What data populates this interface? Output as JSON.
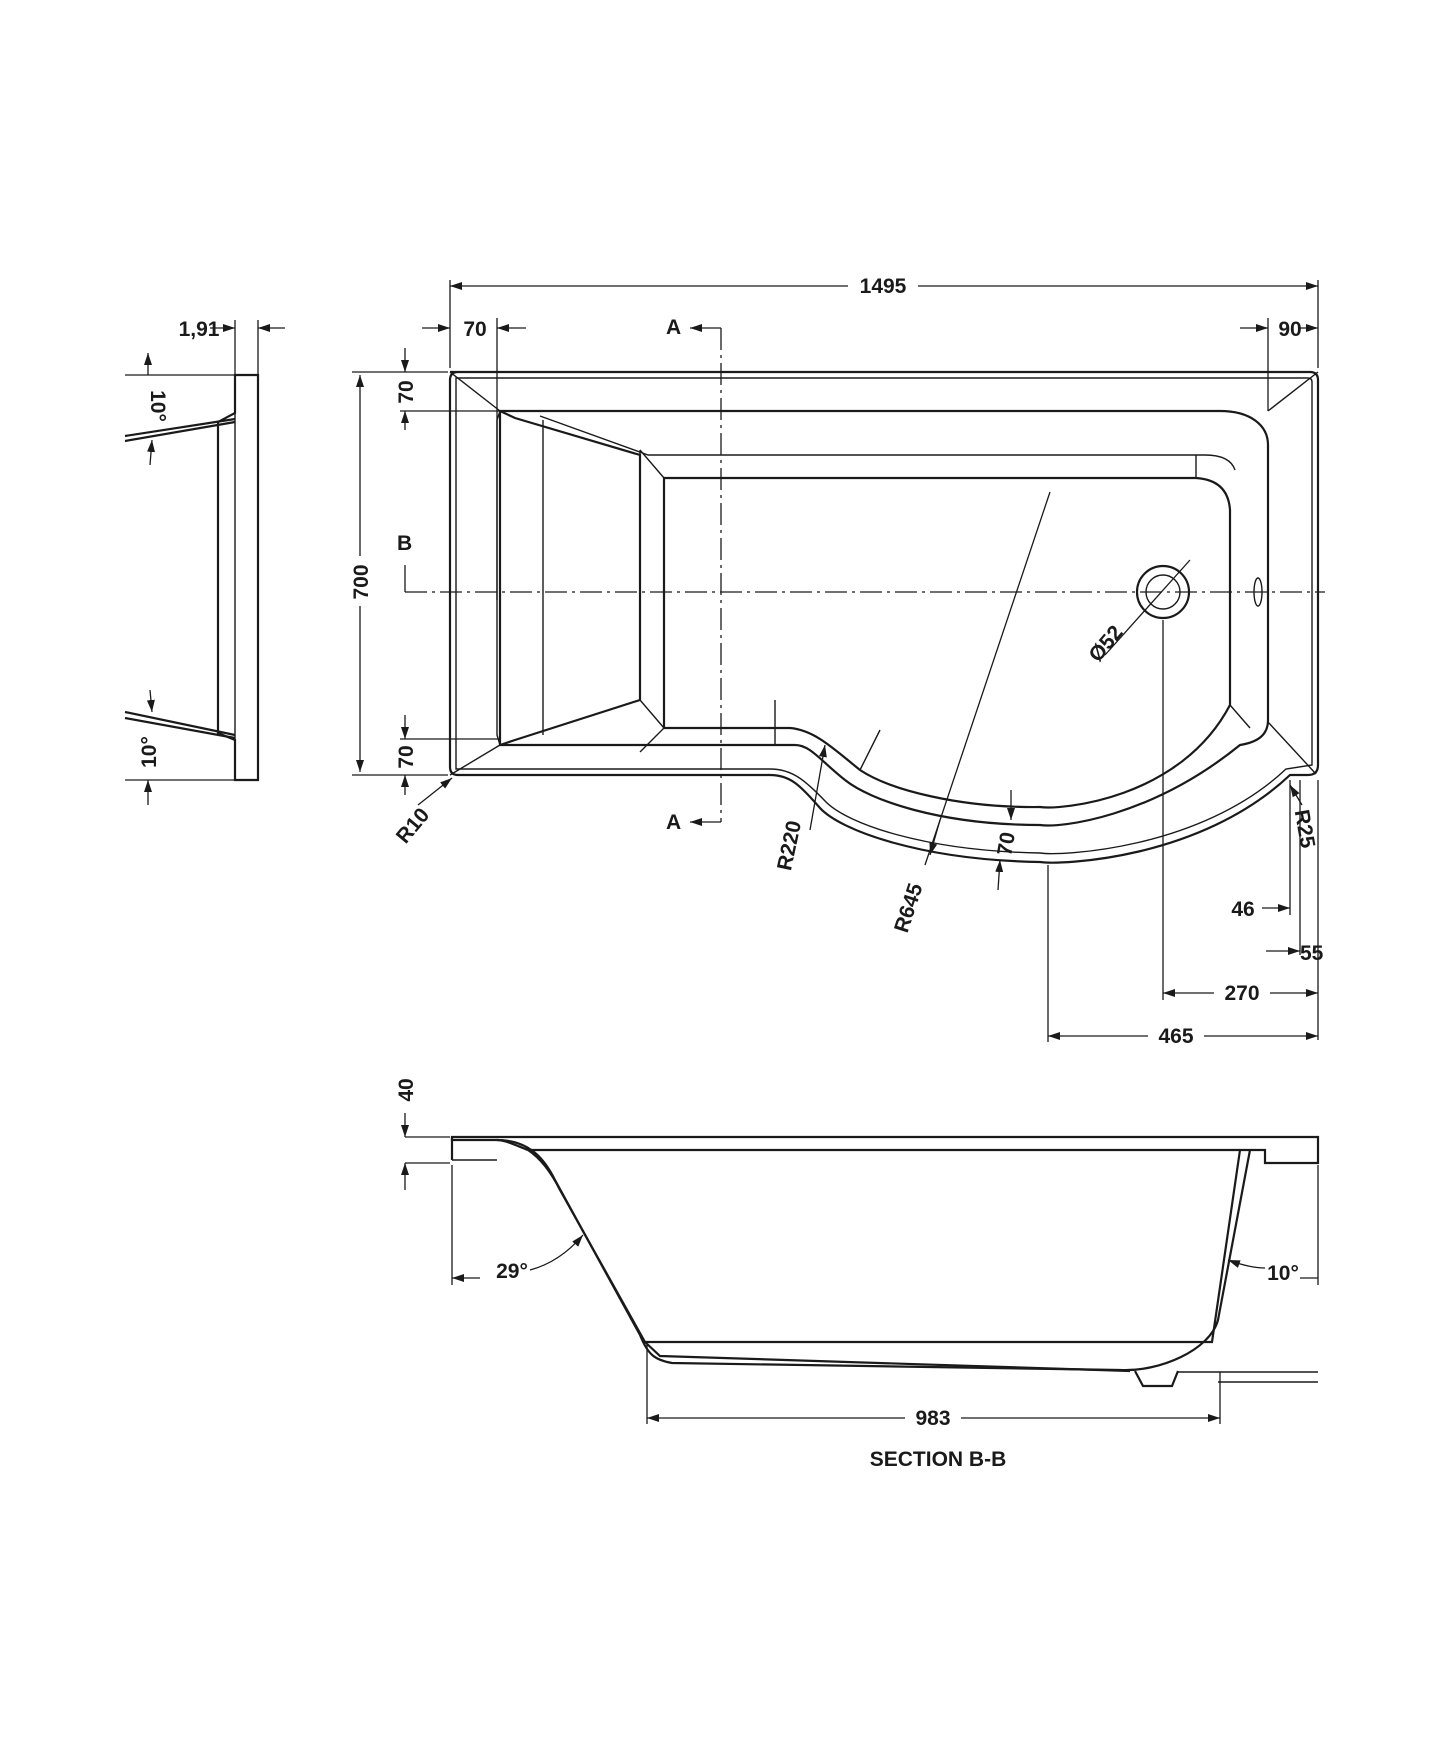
{
  "colors": {
    "line": "#1a1a1a",
    "background": "#ffffff"
  },
  "dims": {
    "overall_length": "1495",
    "rim_left": "70",
    "rim_right": "90",
    "side_thickness": "1,91",
    "side_angle_top": "10°",
    "side_angle_bottom": "10°",
    "width": "700",
    "rim_top": "70",
    "rim_bottom": "70",
    "radius_corner": "R10",
    "radius_inner": "R220",
    "radius_curve": "R645",
    "curve_rim": "70",
    "radius_right": "R25",
    "waste_dia": "Ø52",
    "offset_46": "46",
    "offset_55": "55",
    "waste_pos": "270",
    "curve_pos": "465",
    "section_rim": "40",
    "angle_end": "29°",
    "angle_right": "10°",
    "floor_length": "983"
  },
  "markers": {
    "section_a_top": "A",
    "section_a_bottom": "A",
    "section_b": "B"
  },
  "section_title": "SECTION B-B"
}
